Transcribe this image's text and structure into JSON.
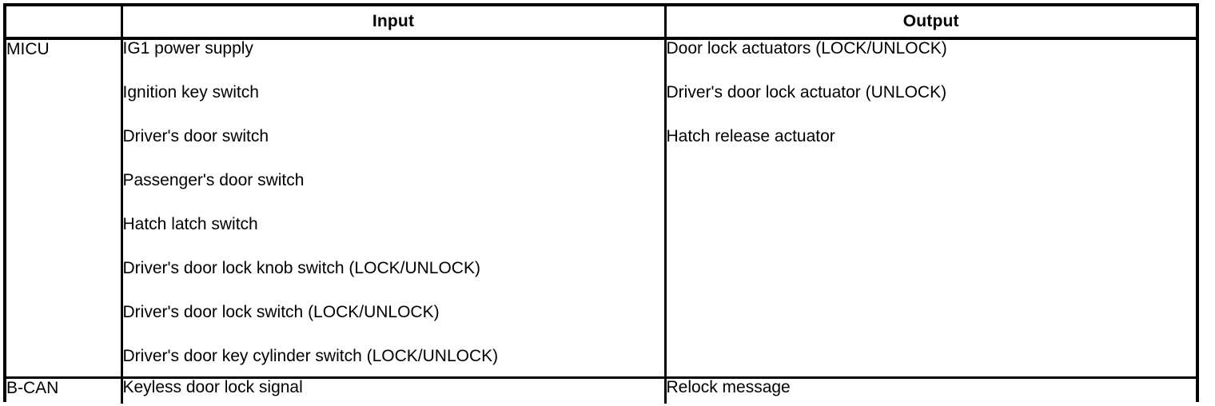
{
  "table": {
    "headers": {
      "module_column": "",
      "input": "Input",
      "output": "Output"
    },
    "rows": [
      {
        "module": "MICU",
        "inputs": [
          "IG1 power supply",
          "Ignition key switch",
          "Driver's door switch",
          "Passenger's door switch",
          "Hatch latch switch",
          "Driver's door lock knob switch (LOCK/UNLOCK)",
          "Driver's door lock switch (LOCK/UNLOCK)",
          "Driver's door key cylinder switch (LOCK/UNLOCK)"
        ],
        "outputs": [
          "Door lock actuators (LOCK/UNLOCK)",
          "Driver's door lock actuator (UNLOCK)",
          "Hatch release actuator"
        ]
      },
      {
        "module": "B-CAN",
        "inputs": [
          "Keyless door lock signal"
        ],
        "outputs": [
          "Relock message"
        ]
      }
    ]
  },
  "style": {
    "border_color": "#000000",
    "text_color": "#000000",
    "background": "#ffffff"
  }
}
